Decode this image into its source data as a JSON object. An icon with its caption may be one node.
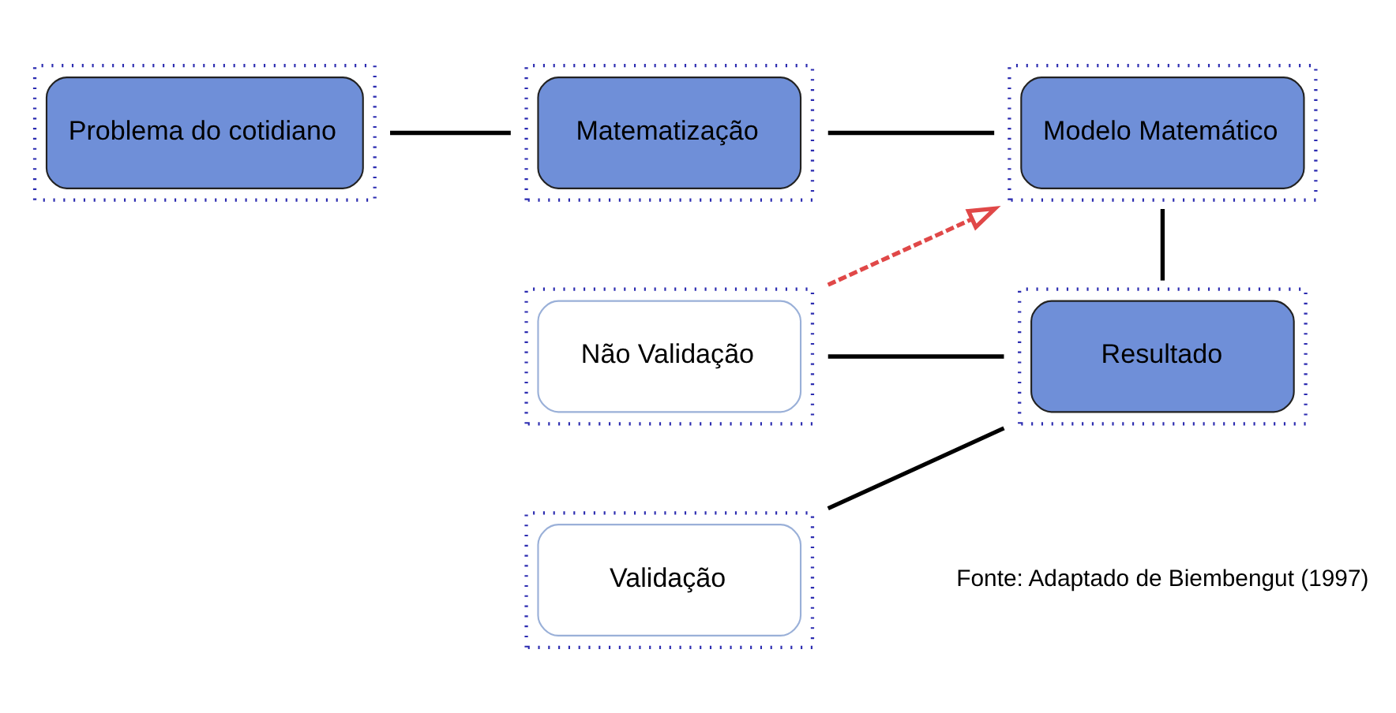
{
  "diagram": {
    "nodes": [
      {
        "text": [
          "Problema do cotidiano"
        ]
      },
      {
        "text": [
          "Matematização"
        ]
      },
      {
        "text": [
          "Modelo Matemático"
        ]
      },
      {
        "text": [
          "Não Validação"
        ]
      },
      {
        "text": [
          "Resultado"
        ]
      },
      {
        "text": [
          "Validação"
        ]
      }
    ],
    "edges": [
      {
        "from": 0,
        "to": 1,
        "arrow": "none"
      },
      {
        "from": 1,
        "to": 2,
        "arrow": "none"
      },
      {
        "from": 2,
        "to": 4,
        "arrow": "none"
      },
      {
        "from": 3,
        "to": 4,
        "arrow": "none"
      },
      {
        "from": 5,
        "to": 4,
        "arrow": "none"
      },
      {
        "from": 3,
        "to": 2,
        "arrow": "to",
        "style": "dashed",
        "color": "#e04848"
      }
    ],
    "labels": [
      "Fonte: Adaptado de Biembengut (1997)"
    ]
  }
}
